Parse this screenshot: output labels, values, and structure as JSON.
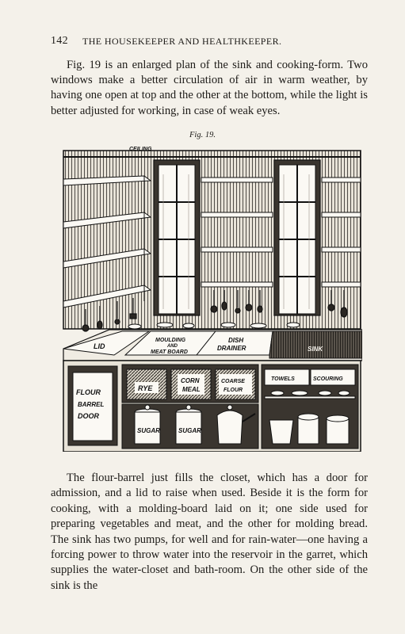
{
  "header": {
    "page_number": "142",
    "running_head": "THE HOUSEKEEPER AND HEALTHKEEPER."
  },
  "intro_paragraph": "Fig. 19 is an enlarged plan of the sink and cooking-form. Two windows make a better circulation of air in warm weather, by having one open at top and the other at the bottom, while the light is better adjusted for working, in case of weak eyes.",
  "figure": {
    "caption": "Fig. 19.",
    "labels": {
      "ceiling": "CEILING",
      "lid": "LID",
      "moulding_1": "MOULDING",
      "moulding_2": "AND",
      "moulding_3": "MEAT BOARD",
      "dish_1": "DISH",
      "dish_2": "DRAINER",
      "sink": "SINK",
      "flour_1": "FLOUR",
      "flour_2": "BARREL",
      "flour_3": "DOOR",
      "rye": "RYE",
      "corn_1": "CORN",
      "corn_2": "MEAL",
      "coarse_1": "COARSE",
      "coarse_2": "FLOUR",
      "towels": "TOWELS",
      "scouring": "SCOURING",
      "sugar_1": "SUGAR",
      "sugar_2": "SUGAR"
    }
  },
  "body_paragraph": "The flour-barrel just fills the closet, which has a door for admission, and a lid to raise when used. Beside it is the form for cooking, with a molding-board laid on it; one side used for preparing vegetables and meat, and the other for molding bread. The sink has two pumps, for well and for rain-water—one having a forcing power to throw water into the reservoir in the garret, which supplies the water-closet and bath-room. On the other side of the sink is the"
}
